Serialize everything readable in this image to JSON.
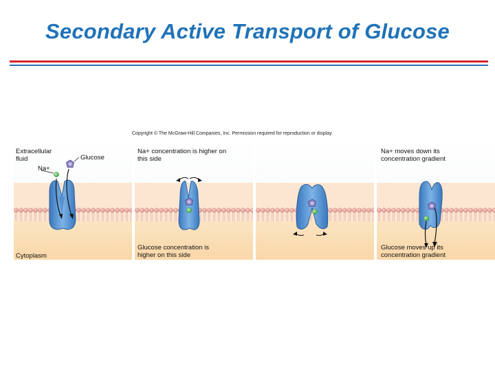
{
  "title": "Secondary Active Transport of Glucose",
  "copyright": "Copyright © The McGraw-Hill Companies, Inc. Permission required for reproduction or display.",
  "labels": {
    "extracellular_fluid": "Extracellular fluid",
    "na_ion": "Na+",
    "glucose": "Glucose",
    "cytoplasm": "Cytoplasm",
    "na_higher": "Na+ concentration is higher on this side",
    "glucose_higher": "Glucose concentration is higher on this side",
    "na_moves_down": "Na+ moves down its concentration gradient",
    "glucose_moves_up": "Glucose moves up its concentration gradient"
  },
  "colors": {
    "title": "#1f72b8",
    "rule_red": "#d4252b",
    "rule_blue": "#2a6cb4",
    "sodium": "#5fc15a",
    "glucose": "#8e86c4",
    "protein": "#5b9bd5"
  }
}
